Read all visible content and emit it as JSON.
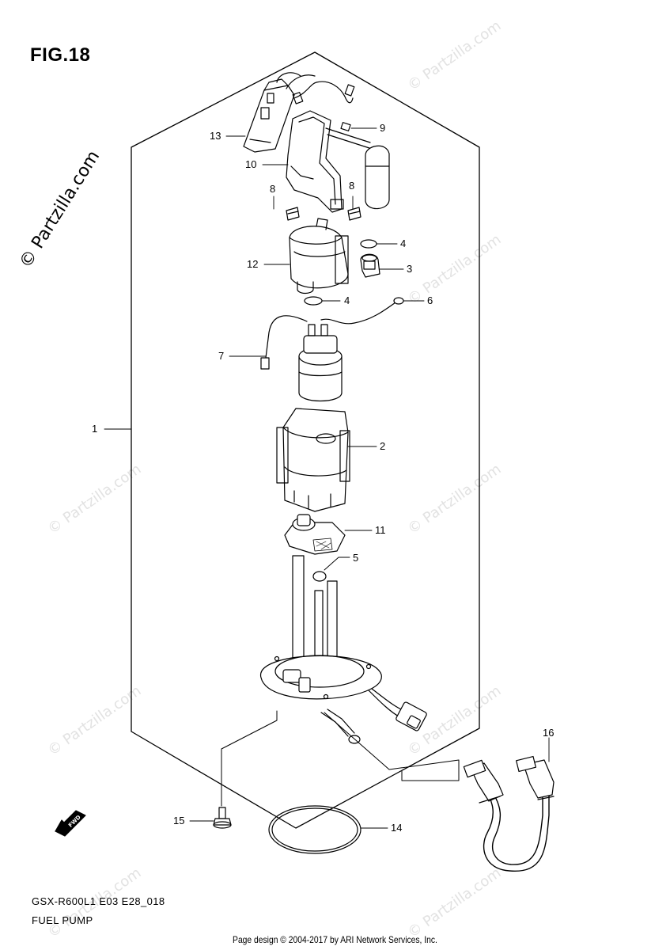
{
  "figure": {
    "title": "FIG.18"
  },
  "brand_vertical": "© Partzilla.com",
  "watermark_text": "© Partzilla.com",
  "model_code": "GSX-R600L1 E03 E28_018",
  "section_name": "FUEL PUMP",
  "footer": "Page design © 2004-2017 by ARI Network Services, Inc.",
  "fwd_label": "FWD",
  "callouts": [
    "1",
    "2",
    "3",
    "4",
    "4",
    "5",
    "6",
    "7",
    "8",
    "8",
    "9",
    "10",
    "11",
    "12",
    "13",
    "14",
    "15",
    "16"
  ]
}
